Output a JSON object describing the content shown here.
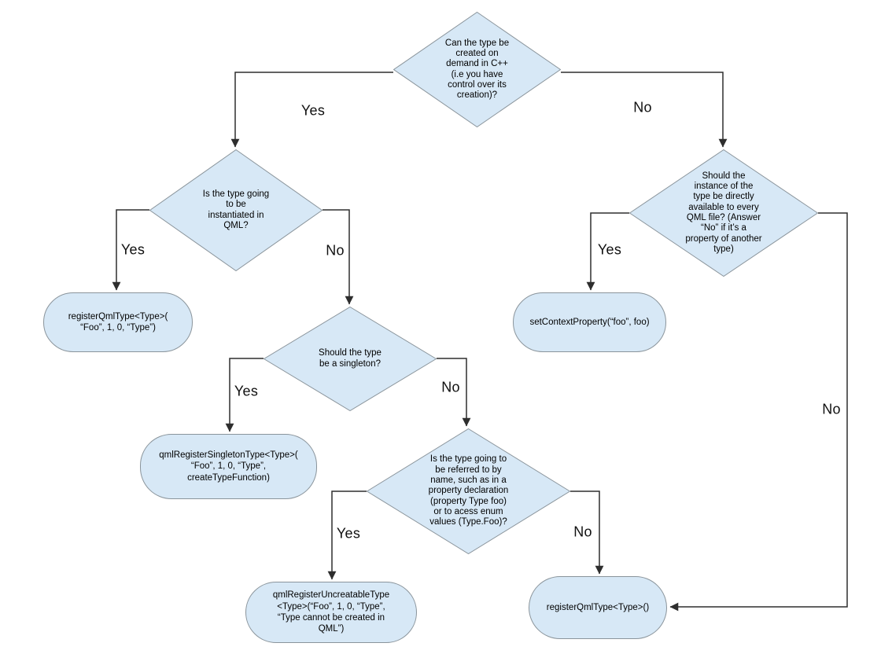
{
  "page": {
    "title": "QML type registration decision flowchart"
  },
  "colors": {
    "node_fill": "#d7e8f6",
    "node_stroke": "#8a949b",
    "connector": "#2e2e2e",
    "text": "#000000"
  },
  "nodes": {
    "q_create_demand": {
      "type": "decision",
      "text": "Can the type be\ncreated on\ndemand in C++\n(i.e you have\ncontrol over its\ncreation)?"
    },
    "q_instantiated": {
      "type": "decision",
      "text": "Is the type going\nto be\ninstantiated in\nQML?"
    },
    "q_instance_available": {
      "type": "decision",
      "text": "Should the\ninstance of the\ntype be directly\navailable to every\nQML file? (Answer\n“No” if it’s a\nproperty of another\ntype)"
    },
    "q_singleton": {
      "type": "decision",
      "text": "Should the type\nbe a singleton?"
    },
    "q_referred_by_name": {
      "type": "decision",
      "text": "Is the type going to\nbe referred to by\nname, such as in a\nproperty declaration\n(property Type foo)\nor to acess enum\nvalues (Type.Foo)?"
    },
    "register_qml_type_full": {
      "type": "action",
      "text": "registerQmlType<Type>(\n“Foo”, 1, 0, “Type”)"
    },
    "set_context_property": {
      "type": "action",
      "text": "setContextProperty(“foo”, foo)"
    },
    "register_singleton": {
      "type": "action",
      "text": "qmlRegisterSingletonType<Type>(\n“Foo”, 1, 0, “Type”,\ncreateTypeFunction)"
    },
    "register_uncreatable": {
      "type": "action",
      "text": "qmlRegisterUncreatableType\n<Type>(“Foo”, 1, 0, “Type”,\n“Type cannot be created in\nQML”)"
    },
    "register_qml_type_empty": {
      "type": "action",
      "text": "registerQmlType<Type>()"
    }
  },
  "edges": [
    {
      "from": "q_create_demand",
      "to": "q_instantiated",
      "label": "Yes"
    },
    {
      "from": "q_create_demand",
      "to": "q_instance_available",
      "label": "No"
    },
    {
      "from": "q_instantiated",
      "to": "register_qml_type_full",
      "label": "Yes"
    },
    {
      "from": "q_instantiated",
      "to": "q_singleton",
      "label": "No"
    },
    {
      "from": "q_singleton",
      "to": "register_singleton",
      "label": "Yes"
    },
    {
      "from": "q_singleton",
      "to": "q_referred_by_name",
      "label": "No"
    },
    {
      "from": "q_referred_by_name",
      "to": "register_uncreatable",
      "label": "Yes"
    },
    {
      "from": "q_referred_by_name",
      "to": "register_qml_type_empty",
      "label": "No"
    },
    {
      "from": "q_instance_available",
      "to": "set_context_property",
      "label": "Yes"
    },
    {
      "from": "q_instance_available",
      "to": "register_qml_type_empty",
      "label": "No"
    }
  ]
}
